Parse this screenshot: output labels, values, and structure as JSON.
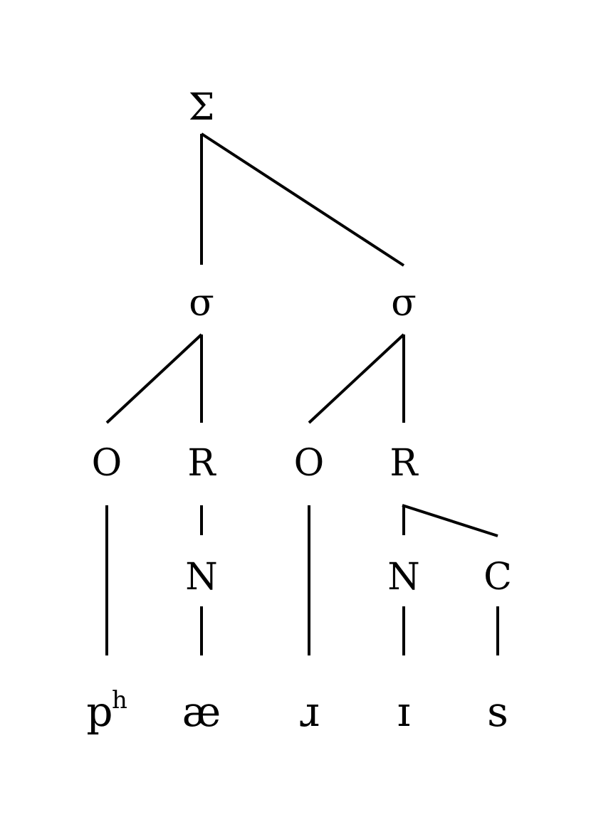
{
  "tree": {
    "foot": "Σ",
    "syllables": [
      "σ",
      "σ"
    ],
    "constituents": [
      "O",
      "R",
      "O",
      "R"
    ],
    "nucleus1": "N",
    "nucleus2": "N",
    "coda": "C",
    "segments": {
      "p_base": "p",
      "p_aspiration": "h",
      "ae": "æ",
      "r": "ɹ",
      "i": "ɪ",
      "s": "s"
    }
  }
}
